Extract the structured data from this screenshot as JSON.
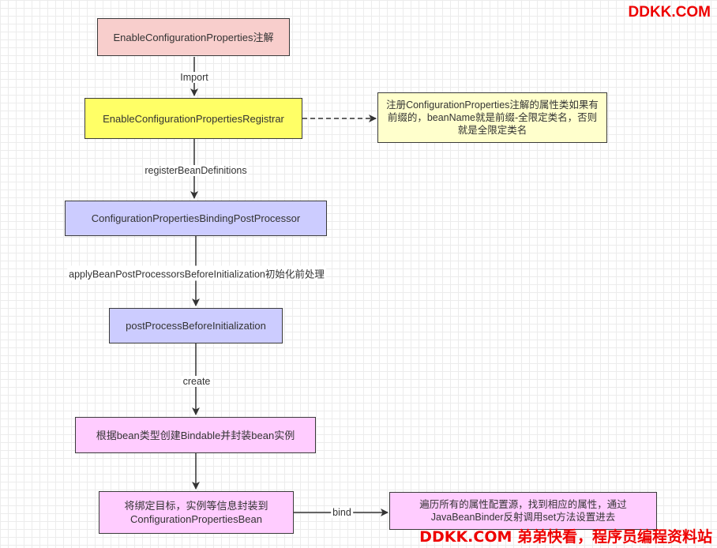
{
  "watermark": {
    "top": "DDKK.COM",
    "bottom": "DDKK.COM 弟弟快看，程序员编程资料站"
  },
  "nodes": {
    "enable_annotation": "EnableConfigurationProperties注解",
    "registrar": "EnableConfigurationPropertiesRegistrar",
    "registrar_note": "注册ConfigurationProperties注解的属性类如果有前缀的，beanName就是前缀-全限定类名，否则就是全限定类名",
    "post_processor": "ConfigurationPropertiesBindingPostProcessor",
    "before_init": "postProcessBeforeInitialization",
    "create_bindable": "根据bean类型创建Bindable并封装bean实例",
    "encapsulate": "将绑定目标，实例等信息封装到ConfigurationPropertiesBean",
    "traverse": "遍历所有的属性配置源，找到相应的属性，通过JavaBeanBinder反射调用set方法设置进去"
  },
  "edges": {
    "import": "Import",
    "register": "registerBeanDefinitions",
    "apply": "applyBeanPostProcessorsBeforeInitialization初始化前处理",
    "create": "create",
    "bind": "bind"
  },
  "colors": {
    "pink": "#f8cecc",
    "yellow": "#ffff66",
    "lavender": "#ccccff",
    "magenta": "#ffccff",
    "note": "#ffffcc",
    "watermark": "#ee0000"
  }
}
